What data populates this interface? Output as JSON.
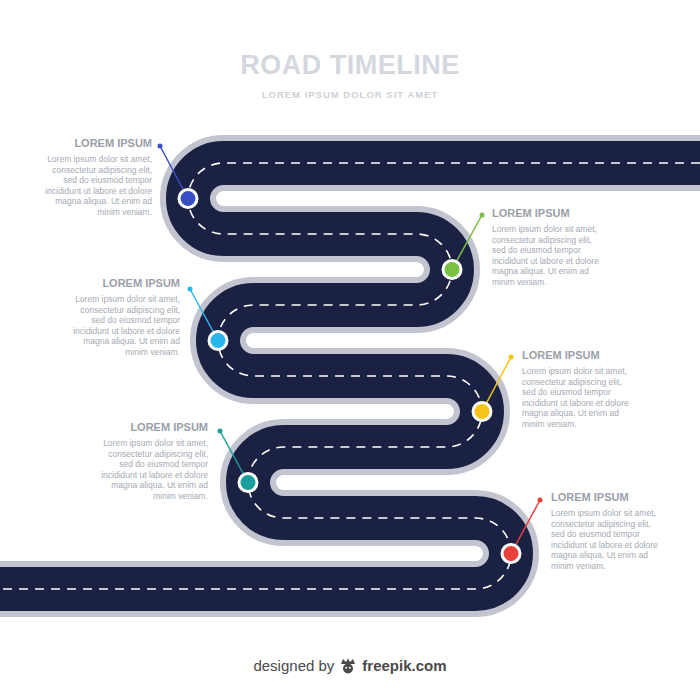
{
  "diagram": {
    "title": "ROAD TIMELINE",
    "labels": [
      "LOREM IPSUM DOLOR SIT AMET",
      "LOREM IPSUM",
      "Lorem ipsum dolor sit amet, consectetur adipiscing elit, sed do eiusmod tempor incididunt ut labore et dolore magna aliqua. Ut enim ad minim veniam.",
      "LOREM IPSUM",
      "Lorem ipsum dolor sit amet, consectetur adipiscing elit, sed do eiusmod tempor incididunt ut labore et dolore magna aliqua. Ut enim ad minim veniam.",
      "LOREM IPSUM",
      "Lorem ipsum dolor sit amet, consectetur adipiscing elit, sed do eiusmod tempor incididunt ut labore et dolore magna aliqua. Ut enim ad minim veniam.",
      "LOREM IPSUM",
      "Lorem ipsum dolor sit amet, consectetur adipiscing elit, sed do eiusmod tempor incididunt ut labore et dolore magna aliqua. Ut enim ad minim veniam.",
      "LOREM IPSUM",
      "Lorem ipsum dolor sit amet, consectetur adipiscing elit, sed do eiusmod tempor incididunt ut labore et dolore magna aliqua. Ut enim ad minim veniam.",
      "LOREM IPSUM",
      "Lorem ipsum dolor sit amet, consectetur adipiscing elit, sed do eiusmod tempor incididunt ut labore et dolore magna aliqua. Ut enim ad minim veniam.",
      "designed by",
      "freepik.com"
    ]
  }
}
